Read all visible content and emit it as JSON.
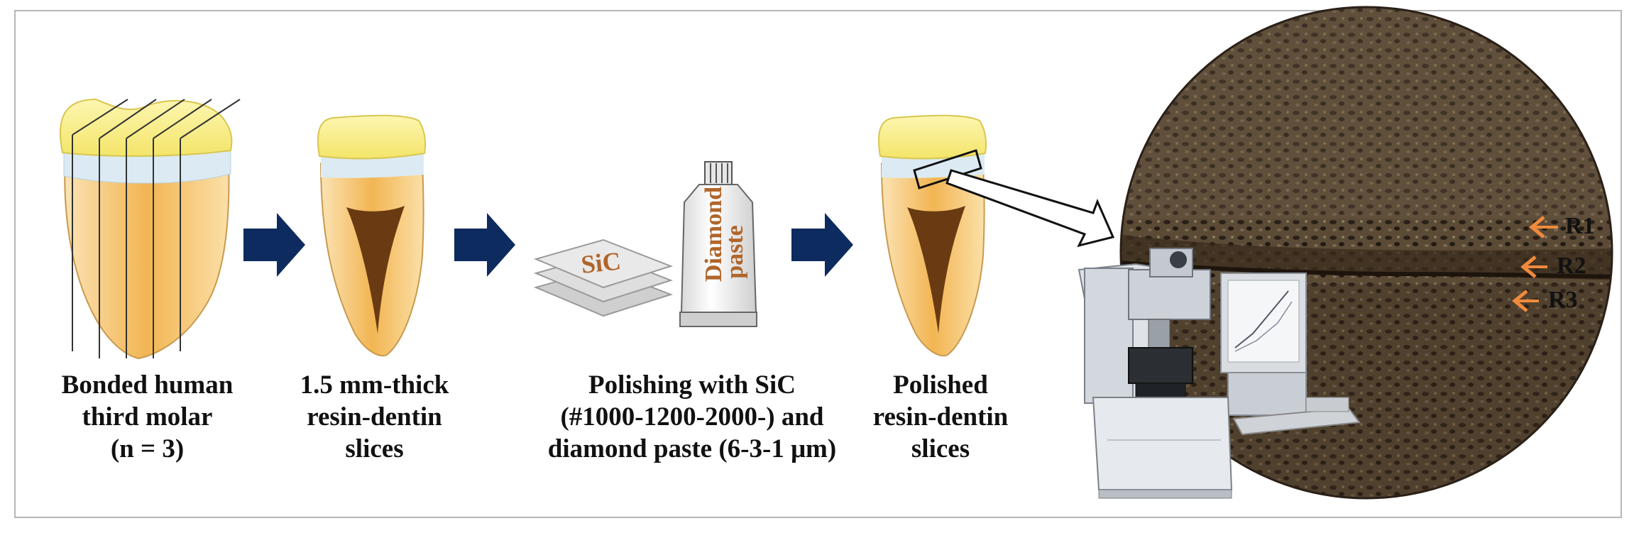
{
  "labels": {
    "step1": [
      "Bonded human",
      "third molar",
      "(n = 3)"
    ],
    "step2": [
      "1.5 mm-thick",
      "resin-dentin",
      "slices"
    ],
    "step3": [
      "Polishing with SiC",
      "(#1000-1200-2000-) and",
      "diamond paste (6-3-1 μm)"
    ],
    "step4": [
      "Polished",
      "resin-dentin",
      "slices"
    ]
  },
  "sic_label": "SiC",
  "tube_label": [
    "Diamond",
    "paste"
  ],
  "regions": [
    "R1",
    "R2",
    "R3"
  ],
  "colors": {
    "arrow": "#0d2b5e",
    "enamel": "#f7ee8a",
    "adhesive": "#dceef6",
    "dentin": "#f3c46a",
    "pulp": "#6a3b12",
    "sic_text": "#b0652a",
    "region_arrow": "#f08a3c",
    "micrograph": "#4a3a28"
  },
  "icons": [
    "right-arrow-icon",
    "sic-paper-icon",
    "diamond-paste-tube-icon",
    "magnify-arrow-icon",
    "nanoindenter-icon"
  ]
}
